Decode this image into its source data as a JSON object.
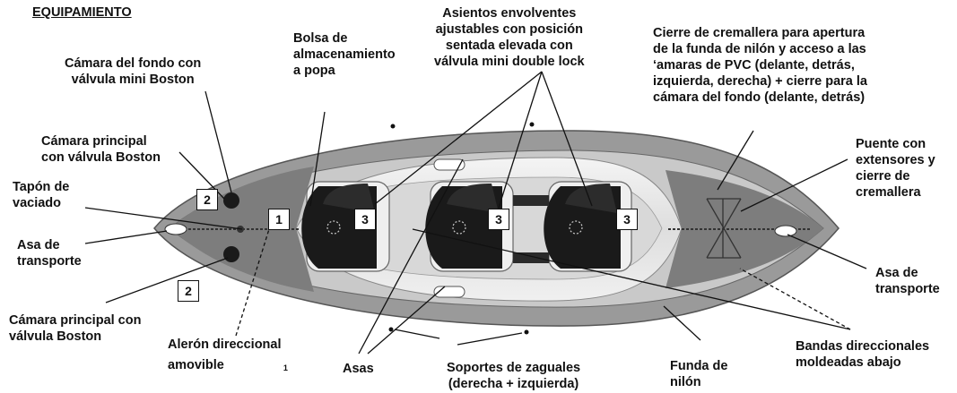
{
  "title": "EQUIPAMIENTO",
  "labels": {
    "bolsa_popa": "Bolsa de\nalmacenamiento\na popa",
    "asientos": "Asientos envolventes\najustables con posición\nsentada elevada con\nválvula mini double lock",
    "cierre_cremallera": "Cierre de cremallera para apertura\nde la funda de nilón y acceso a las\n‘amaras de PVC (delante, detrás,\nizquierda, derecha) + cierre para la\ncámara del fondo (delante, detrás)",
    "camara_fondo": "Cámara del fondo con\nválvula mini Boston",
    "camara_principal_top": "Cámara principal\ncon válvula Boston",
    "tapon": "Tapón de\nvaciado",
    "asa_left": "Asa de\ntransporte",
    "camara_principal_bottom": "Cámara principal con\nválvula Boston",
    "aleron": "Alerón direccional\namovible",
    "aleron_sup": "1",
    "asas": "Asas",
    "soportes": "Soportes de zaguales\n(derecha + izquierda)",
    "funda": "Funda de\nnilón",
    "bandas": "Bandas direccionales\nmoldeadas abajo",
    "asa_right": "Asa de\ntransporte",
    "puente": "Puente con\nextensores y\ncierre de\ncremallera"
  },
  "callouts": {
    "n1": "1",
    "n2_top": "2",
    "n2_bottom": "2",
    "n3_a": "3",
    "n3_b": "3",
    "n3_c": "3"
  },
  "colors": {
    "hull_outer": "#8f8f8f",
    "hull_light": "#ececec",
    "deck": "#d4d4d4",
    "seat_dark": "#1a1a1a",
    "line": "#111111"
  }
}
